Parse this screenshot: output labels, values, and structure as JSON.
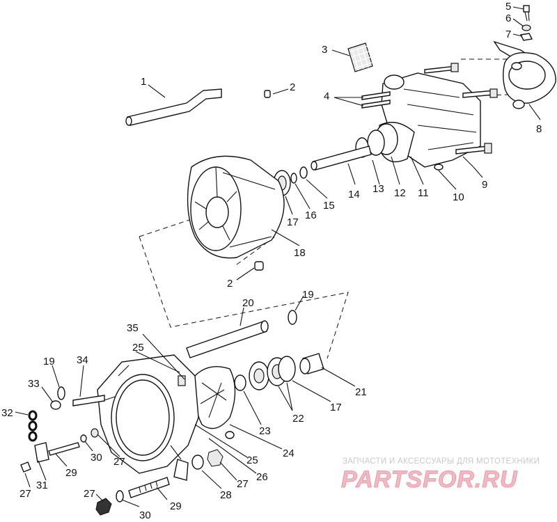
{
  "labels": {
    "l1": "1",
    "l2a": "2",
    "l2b": "2",
    "l3": "3",
    "l4": "4",
    "l5": "5",
    "l6": "6",
    "l7": "7",
    "l8": "8",
    "l9": "9",
    "l10": "10",
    "l11": "11",
    "l12": "12",
    "l13": "13",
    "l14": "14",
    "l15": "15",
    "l16": "16",
    "l17a": "17",
    "l17b": "17",
    "l18": "18",
    "l19a": "19",
    "l19b": "19",
    "l20": "20",
    "l21": "21",
    "l22": "22",
    "l23": "23",
    "l24": "24",
    "l25a": "25",
    "l25b": "25",
    "l26": "26",
    "l27a": "27",
    "l27b": "27",
    "l27c": "27",
    "l27d": "27",
    "l28": "28",
    "l29a": "29",
    "l29b": "29",
    "l30a": "30",
    "l30b": "30",
    "l31": "31",
    "l32": "32",
    "l33": "33",
    "l34": "34",
    "l35": "35"
  },
  "watermark": {
    "tagline": "ЗАПЧАСТИ И АКСЕССУАРЫ ДЛЯ МОТОТЕХНИКИ",
    "brand": "PARTSFOR.RU"
  }
}
